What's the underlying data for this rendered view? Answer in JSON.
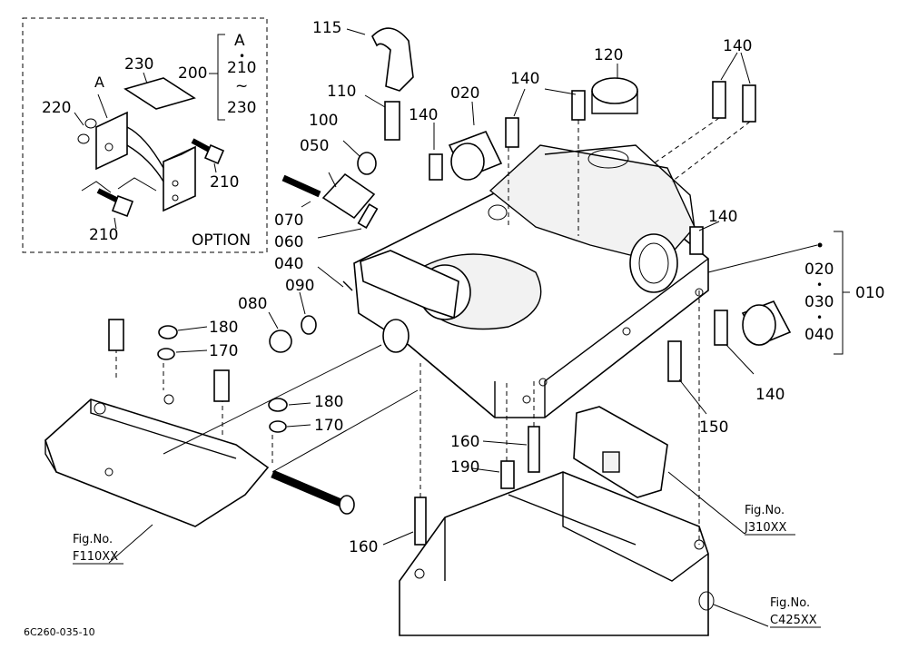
{
  "callouts": {
    "n115": "115",
    "n120": "120",
    "n110": "110",
    "n140_a": "140",
    "n140_b": "140",
    "n140_c": "140",
    "n020_top": "020",
    "n100": "100",
    "n050": "050",
    "n070": "070",
    "n060": "060",
    "n040": "040",
    "n140_right": "140",
    "n080": "080",
    "n090": "090",
    "n180_a": "180",
    "n170_a": "170",
    "n180_b": "180",
    "n170_b": "170",
    "n160_a": "160",
    "n190": "190",
    "n160_b": "160",
    "n150": "150",
    "n140_bottom": "140"
  },
  "option_box": {
    "letter": "A",
    "range_letter": "A",
    "dot": "•",
    "n210_top": "210",
    "tilde": "~",
    "n230_range": "230",
    "n200": "200",
    "n230": "230",
    "n220": "220",
    "n210_a": "210",
    "n210_b": "210",
    "label": "OPTION"
  },
  "assembly_group": {
    "n020": "020",
    "dot1": "•",
    "n030": "030",
    "dot2": "•",
    "n040": "040",
    "n010": "010"
  },
  "fig_refs": {
    "f110_line1": "Fig.No.",
    "f110_line2": "F110XX",
    "j310_line1": "Fig.No.",
    "j310_line2": "J310XX",
    "c425_line1": "Fig.No.",
    "c425_line2": "C425XX"
  },
  "footer_code": "6C260-035-10"
}
